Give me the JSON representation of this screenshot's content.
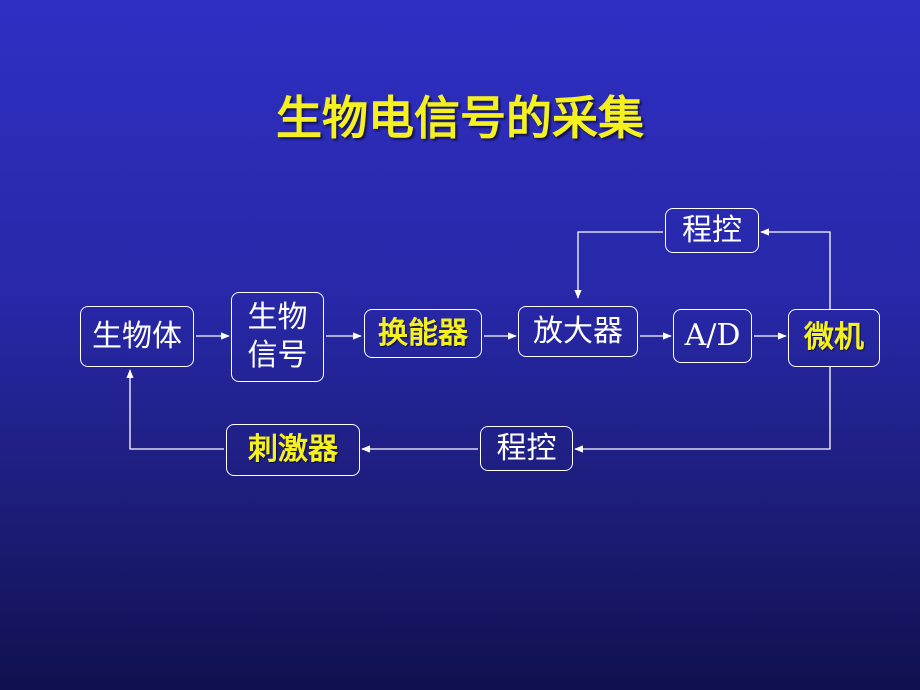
{
  "title": "生物电信号的采集",
  "nodes": {
    "organism": "生物体",
    "bio_signal_1": "生物",
    "bio_signal_2": "信号",
    "transducer": "换能器",
    "amplifier": "放大器",
    "ad_converter": "A/D",
    "microcomputer": "微机",
    "program_control_top": "程控",
    "program_control_bottom": "程控",
    "stimulator": "刺激器"
  },
  "colors": {
    "background": "#2a2ab4",
    "title": "#f5f020",
    "highlight_text": "#f5f020",
    "plain_text": "#ffffff",
    "lines": "#ffffff"
  }
}
